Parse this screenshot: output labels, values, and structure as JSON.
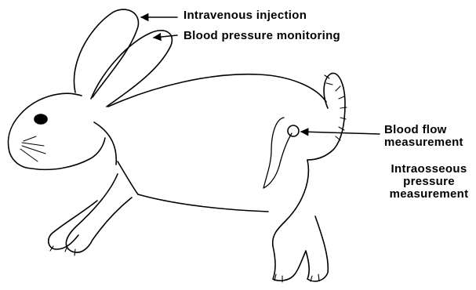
{
  "labels": {
    "intravenous": "Intravenous injection",
    "blood_pressure": "Blood pressure monitoring",
    "blood_flow": [
      "Blood flow",
      "measurement"
    ],
    "intraosseous": [
      "Intraosseous",
      "pressure",
      "measurement"
    ]
  },
  "colors": {
    "ink": "#000000",
    "paper": "#ffffff"
  }
}
